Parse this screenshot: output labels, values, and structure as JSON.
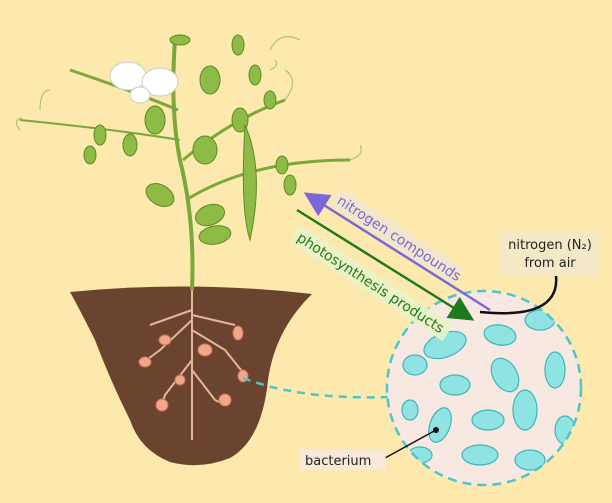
{
  "labels": {
    "nitrogen_compounds": "nitrogen compounds",
    "photosynthesis_products": "photosynthesis products",
    "nitrogen_air_line1": "nitrogen (N₂)",
    "nitrogen_air_line2": "from air",
    "bacterium": "bacterium"
  },
  "colors": {
    "background": "#fde8ae",
    "soil": "#6b4430",
    "leaf": "#8dbb45",
    "nitrogen_arrow": "#7b68d8",
    "photosynthesis_arrow": "#1e7a1e",
    "bacteria": "#8fe3e3",
    "nodule_circle_border": "#4cc6c9"
  }
}
